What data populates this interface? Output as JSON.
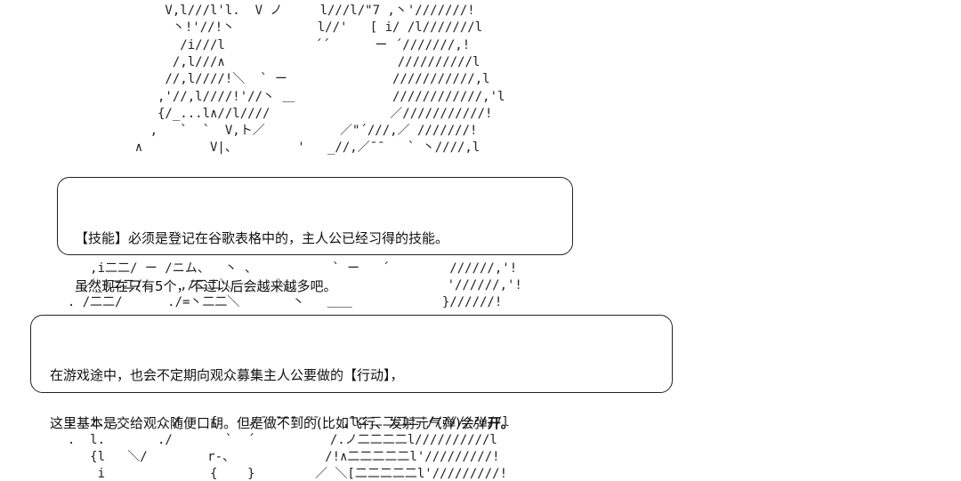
{
  "art_lines": [
    "                      V,l///l'l.  V ノ     l///l/\"7 ,丶'///////!",
    "                       丶!'//!丶           l//'   [ i/ /l///////l",
    "                        /i///l            ´´      ー ´///////,!",
    "                       /,l///∧                       //////////l",
    "                      //,l////!＼  ` ー              ///////////,l",
    "                     ,'//,l////!'//丶 ＿             ////////////,'l",
    "                     {/_...l∧//l////                ／///////////!",
    "                    ,   `  `  V,ト／          ／\"´///,／ ///////!",
    "                  ∧         V|、        '   _//,／¯¯   ` 丶////,l",
    "",
    "",
    "",
    "",
    "",
    "",
    "            ,i二二/ ー /ニム、  丶 、          ` ー   ´        //////,'!",
    "           ／_|ニ二/     ,/二二＼      ＼                     '//////,'!",
    "         . /二二/      ./=丶二二＼       丶   ＿＿            }//////!",
    "",
    "",
    "",
    "",
    "",
    "",
    "         .  !. ,       /    {    ノ¯¯¯¯¯¯¯¯   ,lニ二二二ニ'//////////l",
    "         .  l.       ./       `  ´          /.ノ二二二二l//////////l",
    "            {l   ＼/        r‐、            /!∧二二二二二l'/////////!",
    "             i              {    }        ／ ＼[二二二二二l'/////////!"
  ],
  "bubbles": [
    {
      "lines": [
        "【技能】必须是登记在谷歌表格中的，主人公已经习得的技能。",
        "虽然现在只有5个，不过以后会越来越多吧。"
      ]
    },
    {
      "lines": [
        "在游戏途中，也会不定期向观众募集主人公要做的【行动】，",
        "这里基本是交给观众随便口胡。但是做不到的(比如飞行、发射元气弹)会弹",
        "开。"
      ]
    }
  ]
}
